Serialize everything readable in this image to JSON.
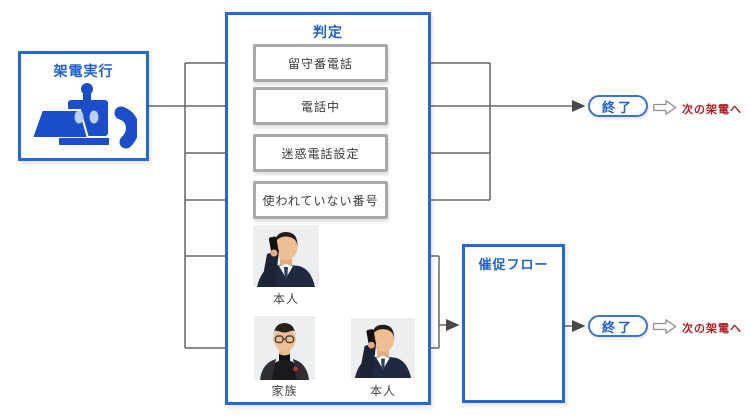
{
  "diagram": {
    "source": {
      "title": "架電実行",
      "icon": "robot-call-icon"
    },
    "judgment": {
      "title": "判定",
      "conditions": [
        "留守番電話",
        "電話中",
        "迷惑電話設定",
        "使われていない番号"
      ],
      "contacts": [
        {
          "label": "本人",
          "photo": "man-on-phone-photo"
        },
        {
          "label": "家族",
          "photo": "man-with-glasses-photo"
        },
        {
          "label": "本人",
          "photo": "man-on-phone-photo"
        }
      ]
    },
    "reminder": {
      "title": "催促フロー"
    },
    "flow_ends": [
      {
        "end_label": "終了",
        "next_label": "次の架電へ"
      },
      {
        "end_label": "終了",
        "next_label": "次の架電へ"
      }
    ],
    "colors": {
      "accent_blue": "#2468d9",
      "title_blue": "#2060d2",
      "icon_blue": "#1d4ec9",
      "box_border_gray": "#a9a9a9",
      "connector_gray": "#666666",
      "arrowhead_gray": "#4a4a4a",
      "next_label_red": "#b01e23",
      "photo_background": "#edeef0"
    }
  }
}
